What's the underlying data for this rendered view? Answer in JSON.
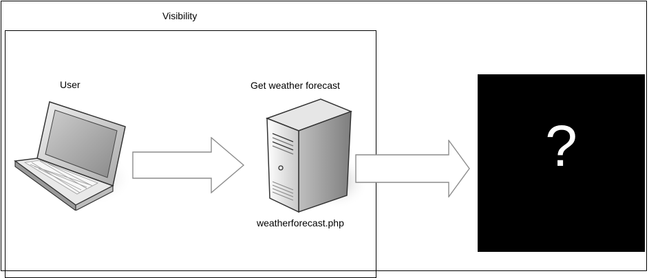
{
  "boundary": {
    "label": "Visibility"
  },
  "user": {
    "label": "User",
    "icon": "laptop-icon"
  },
  "service": {
    "label": "Get weather forecast",
    "filename": "weatherforecast.php",
    "icon": "server-icon"
  },
  "unknown": {
    "glyph": "?",
    "color": "#000000"
  },
  "connectors": [
    {
      "from": "user",
      "to": "service",
      "icon": "arrow-right-icon"
    },
    {
      "from": "service",
      "to": "unknown",
      "icon": "arrow-right-icon"
    }
  ]
}
